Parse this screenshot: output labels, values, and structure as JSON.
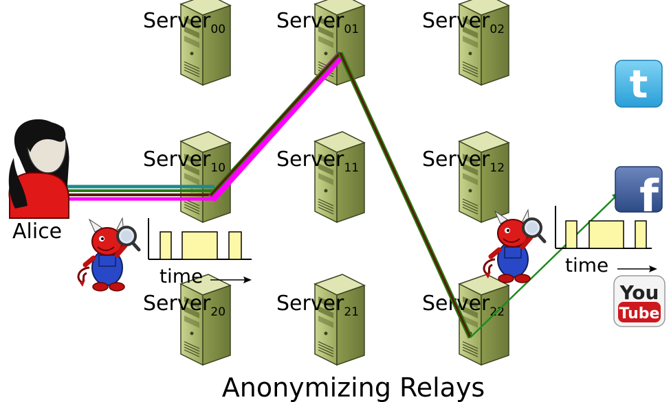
{
  "servers": [
    {
      "name": "Server",
      "sub": "00"
    },
    {
      "name": "Server",
      "sub": "01"
    },
    {
      "name": "Server",
      "sub": "02"
    },
    {
      "name": "Server",
      "sub": "10"
    },
    {
      "name": "Server",
      "sub": "11"
    },
    {
      "name": "Server",
      "sub": "12"
    },
    {
      "name": "Server",
      "sub": "20"
    },
    {
      "name": "Server",
      "sub": "21"
    },
    {
      "name": "Server",
      "sub": "22"
    }
  ],
  "alice_label": "Alice",
  "time_label_left": "time",
  "time_label_right": "time",
  "caption": "Anonymizing Relays",
  "services": {
    "twitter_glyph": "t",
    "facebook_glyph": "f",
    "youtube_top": "You",
    "youtube_bottom": "Tube"
  },
  "icons": [
    "server-icon",
    "alice-avatar-icon",
    "devil-observer-icon",
    "twitter-logo-icon",
    "facebook-logo-icon",
    "youtube-logo-icon"
  ],
  "colors": {
    "server_body": "#b5c27a",
    "server_dark": "#7d8a45",
    "path_magenta": "#ff00ff",
    "path_teal": "#1e8a8a",
    "path_dark": "#5a1a0a",
    "path_green": "#2a7a10",
    "exit_line": "#1e8a1e",
    "pulse_fill": "#fdf7a8",
    "twitter": "#3fb3e6",
    "facebook": "#3b5998",
    "youtube_red": "#cc181e"
  }
}
